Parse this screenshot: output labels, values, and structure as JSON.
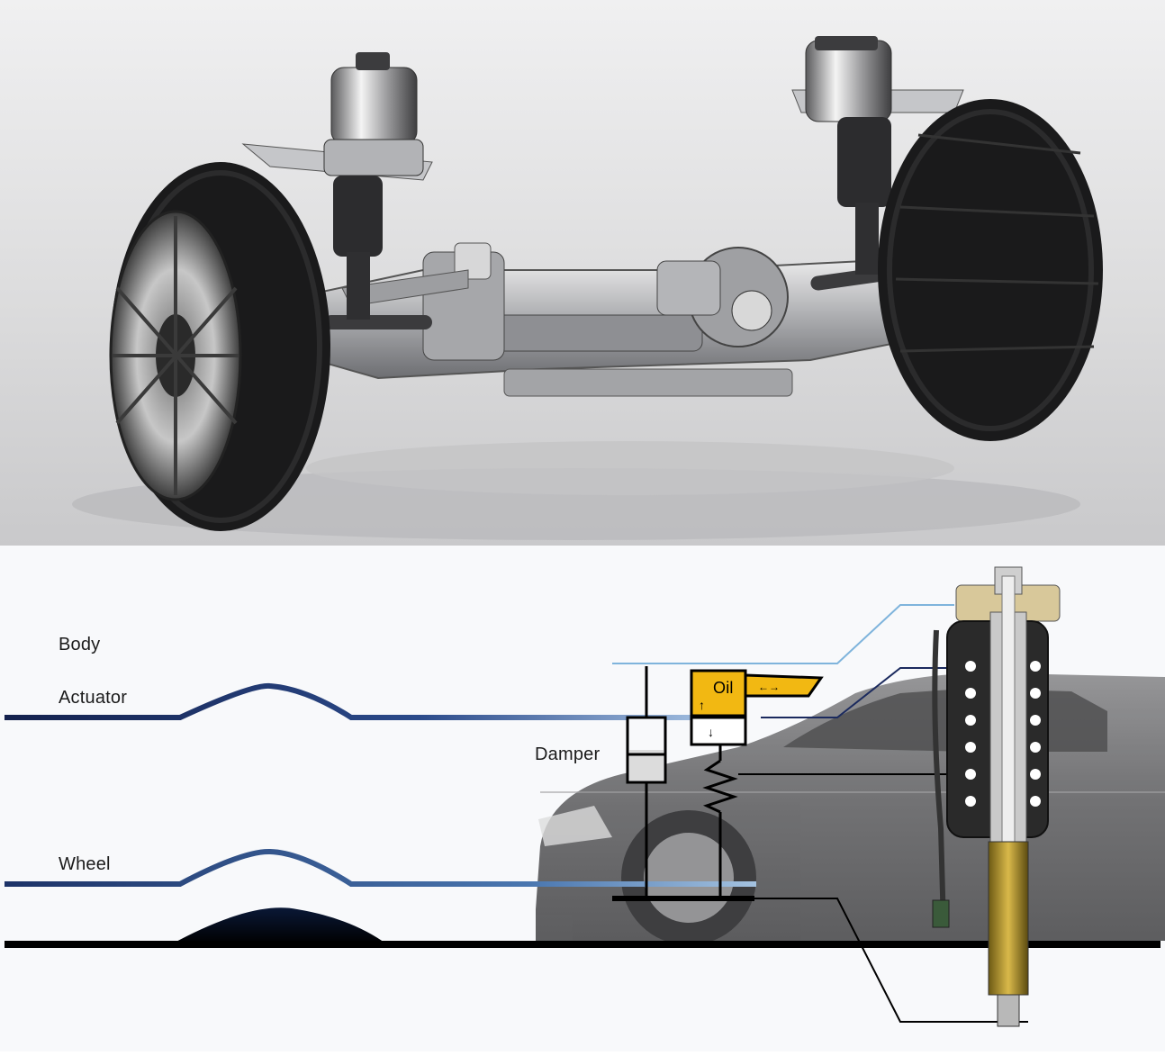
{
  "labels": {
    "body": "Body",
    "actuator": "Actuator",
    "damper": "Damper",
    "wheel": "Wheel",
    "oil": "Oil"
  },
  "colors": {
    "body_line": "#7fb4dc",
    "actuator_line": "#1b2a5e",
    "wheel_line": "#3a5f9a",
    "oil_box": "#f2b812",
    "ground": "#000000"
  }
}
